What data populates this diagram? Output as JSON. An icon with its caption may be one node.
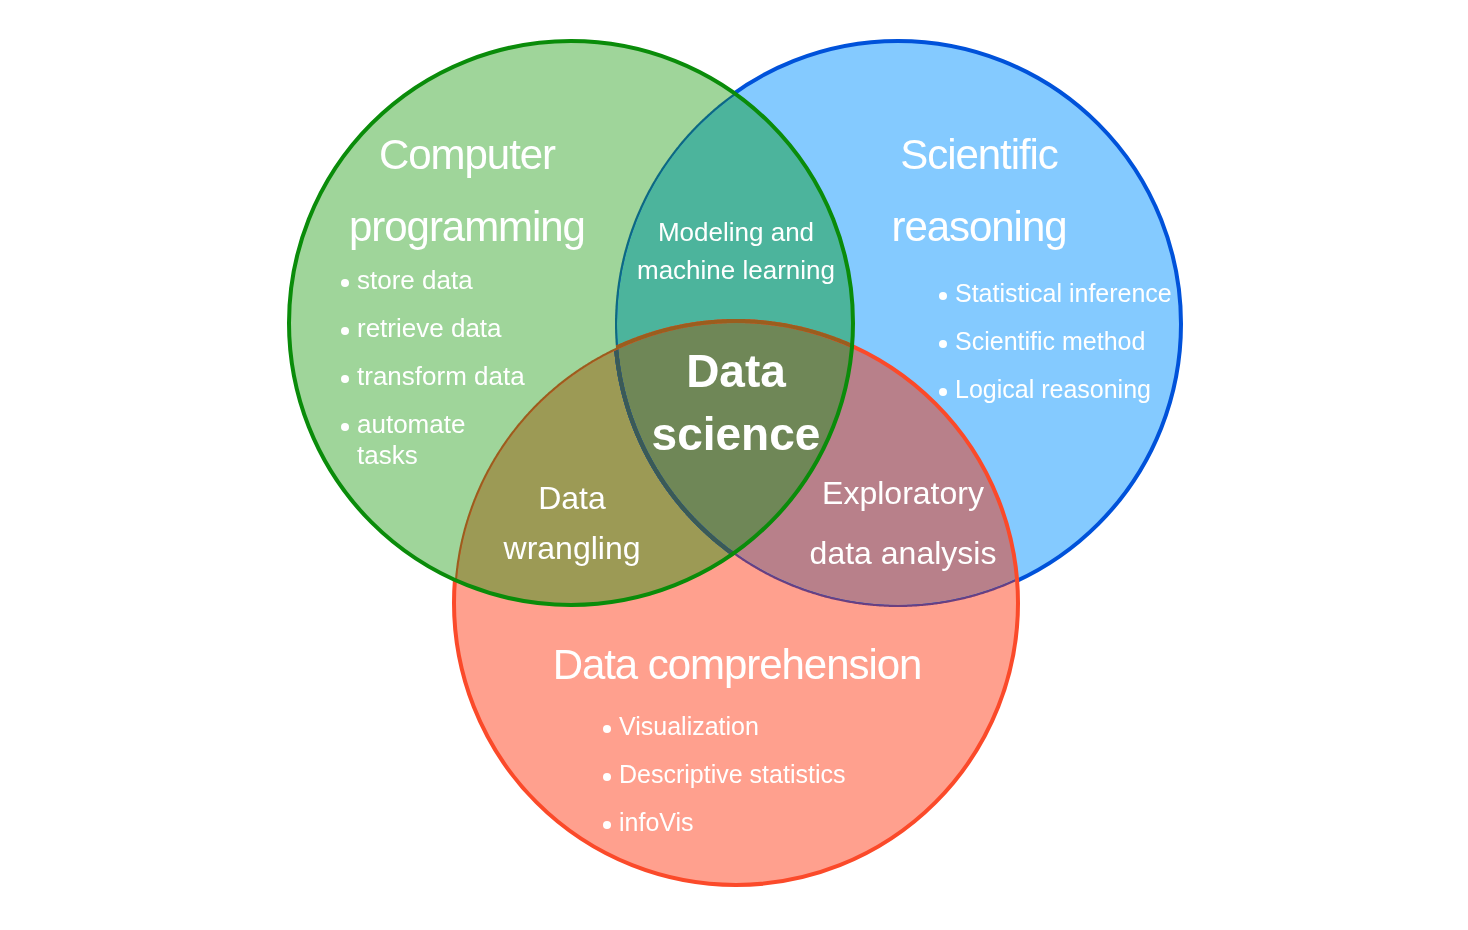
{
  "diagram": {
    "nodes": [
      {
        "text": [
          "Computer programming",
          "store data",
          "retrieve data",
          "transform data",
          "automate tasks"
        ]
      },
      {
        "text": [
          "Modeling and machine learning"
        ]
      },
      {
        "text": [
          "Scientific reasoning",
          "Statistical inference",
          "Scientific method",
          "Logical reasoning"
        ]
      },
      {
        "text": [
          "Data science"
        ]
      },
      {
        "text": [
          "Data wrangling"
        ]
      },
      {
        "text": [
          "Exploratory data analysis"
        ]
      },
      {
        "text": [
          "Data comprehension",
          "Visualization",
          "Descriptive statistics",
          "infoVis"
        ]
      }
    ]
  }
}
